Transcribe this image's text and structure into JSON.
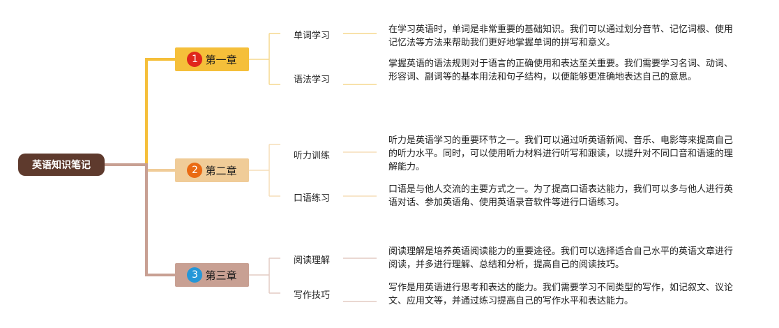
{
  "root": {
    "label": "英语知识笔记"
  },
  "chapters": [
    {
      "label": "第一章",
      "number": "1",
      "color": "#f5bf3a",
      "badge_color": "#e0261b",
      "topics": [
        {
          "label": "单词学习",
          "desc": "在学习英语时，单词是非常重要的基础知识。我们可以通过划分音节、记忆词根、使用记忆法等方法来帮助我们更好地掌握单词的拼写和意义。"
        },
        {
          "label": "语法学习",
          "desc": "掌握英语的语法规则对于语言的正确使用和表达至关重要。我们需要学习名词、动词、形容词、副词等的基本用法和句子结构，以便能够更准确地表达自己的意思。"
        }
      ]
    },
    {
      "label": "第二章",
      "number": "2",
      "color": "#f0cc98",
      "badge_color": "#ea6a12",
      "topics": [
        {
          "label": "听力训练",
          "desc": "听力是英语学习的重要环节之一。我们可以通过听英语新闻、音乐、电影等来提高自己的听力水平。同时，可以使用听力材料进行听写和跟读，以提升对不同口音和语速的理解能力。"
        },
        {
          "label": "口语练习",
          "desc": "口语是与他人交流的主要方式之一。为了提高口语表达能力，我们可以多与他人进行英语对话、参加英语角、使用英语录音软件等进行口语练习。"
        }
      ]
    },
    {
      "label": "第三章",
      "number": "3",
      "color": "#c8a093",
      "badge_color": "#2597d8",
      "topics": [
        {
          "label": "阅读理解",
          "desc": "阅读理解是培养英语阅读能力的重要途径。我们可以选择适合自己水平的英语文章进行阅读，并多进行理解、总结和分析，提高自己的阅读技巧。"
        },
        {
          "label": "写作技巧",
          "desc": "写作是用英语进行思考和表达的能力。我们需要学习不同类型的写作，如记叙文、议论文、应用文等，并通过练习提高自己的写作水平和表达能力。"
        }
      ]
    }
  ]
}
